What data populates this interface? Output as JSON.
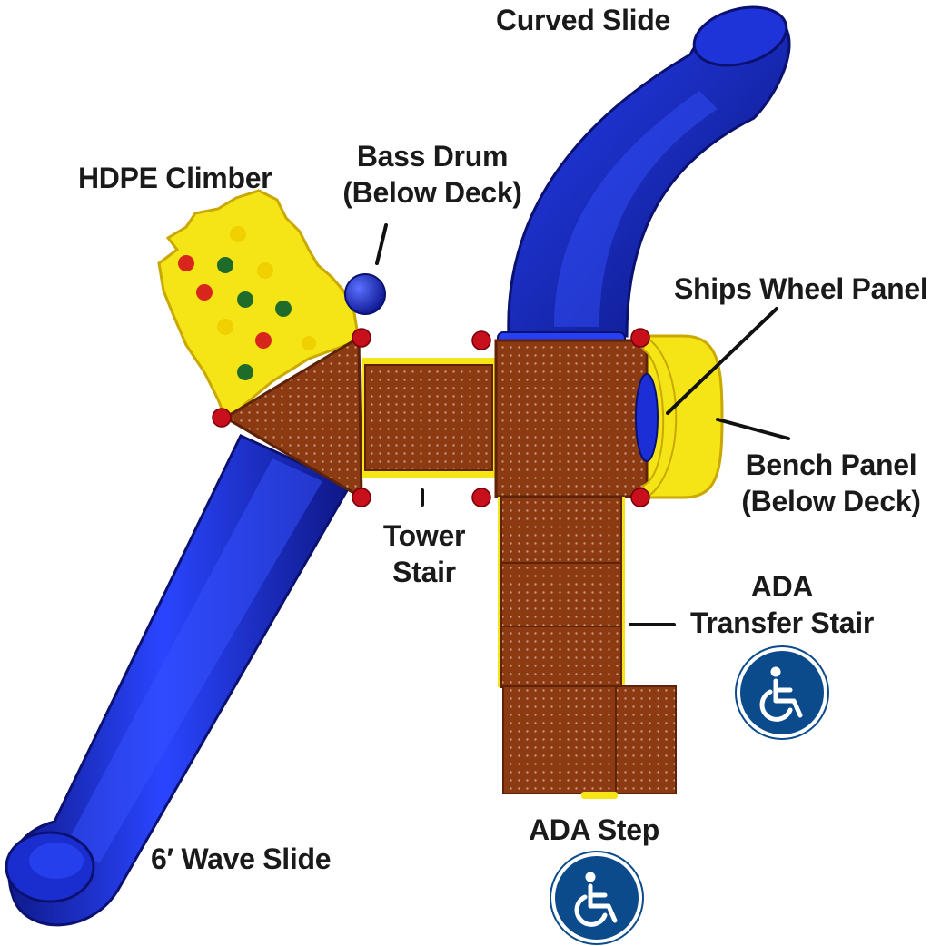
{
  "labels": {
    "curved_slide": "Curved Slide",
    "hdpe_climber": "HDPE Climber",
    "bass_drum_line1": "Bass Drum",
    "bass_drum_line2": "(Below Deck)",
    "ships_wheel_panel": "Ships Wheel Panel",
    "bench_panel_line1": "Bench Panel",
    "bench_panel_line2": "(Below Deck)",
    "tower_stair_line1": "Tower",
    "tower_stair_line2": "Stair",
    "ada_transfer_line1": "ADA",
    "ada_transfer_line2": "Transfer Stair",
    "ada_step": "ADA Step",
    "wave_slide": "6′ Wave Slide"
  },
  "colors": {
    "slide_blue": "#1c2fd6",
    "deck_brown": "#8b3a12",
    "panel_yellow": "#f6e516",
    "clamp_red": "#c8101c",
    "hold_green": "#1f6b2a",
    "hold_red": "#d8261c",
    "ada_navy": "#0b4b8c",
    "label_text": "#1a1a1a"
  },
  "icons": {
    "accessibility": "wheelchair-icon"
  }
}
